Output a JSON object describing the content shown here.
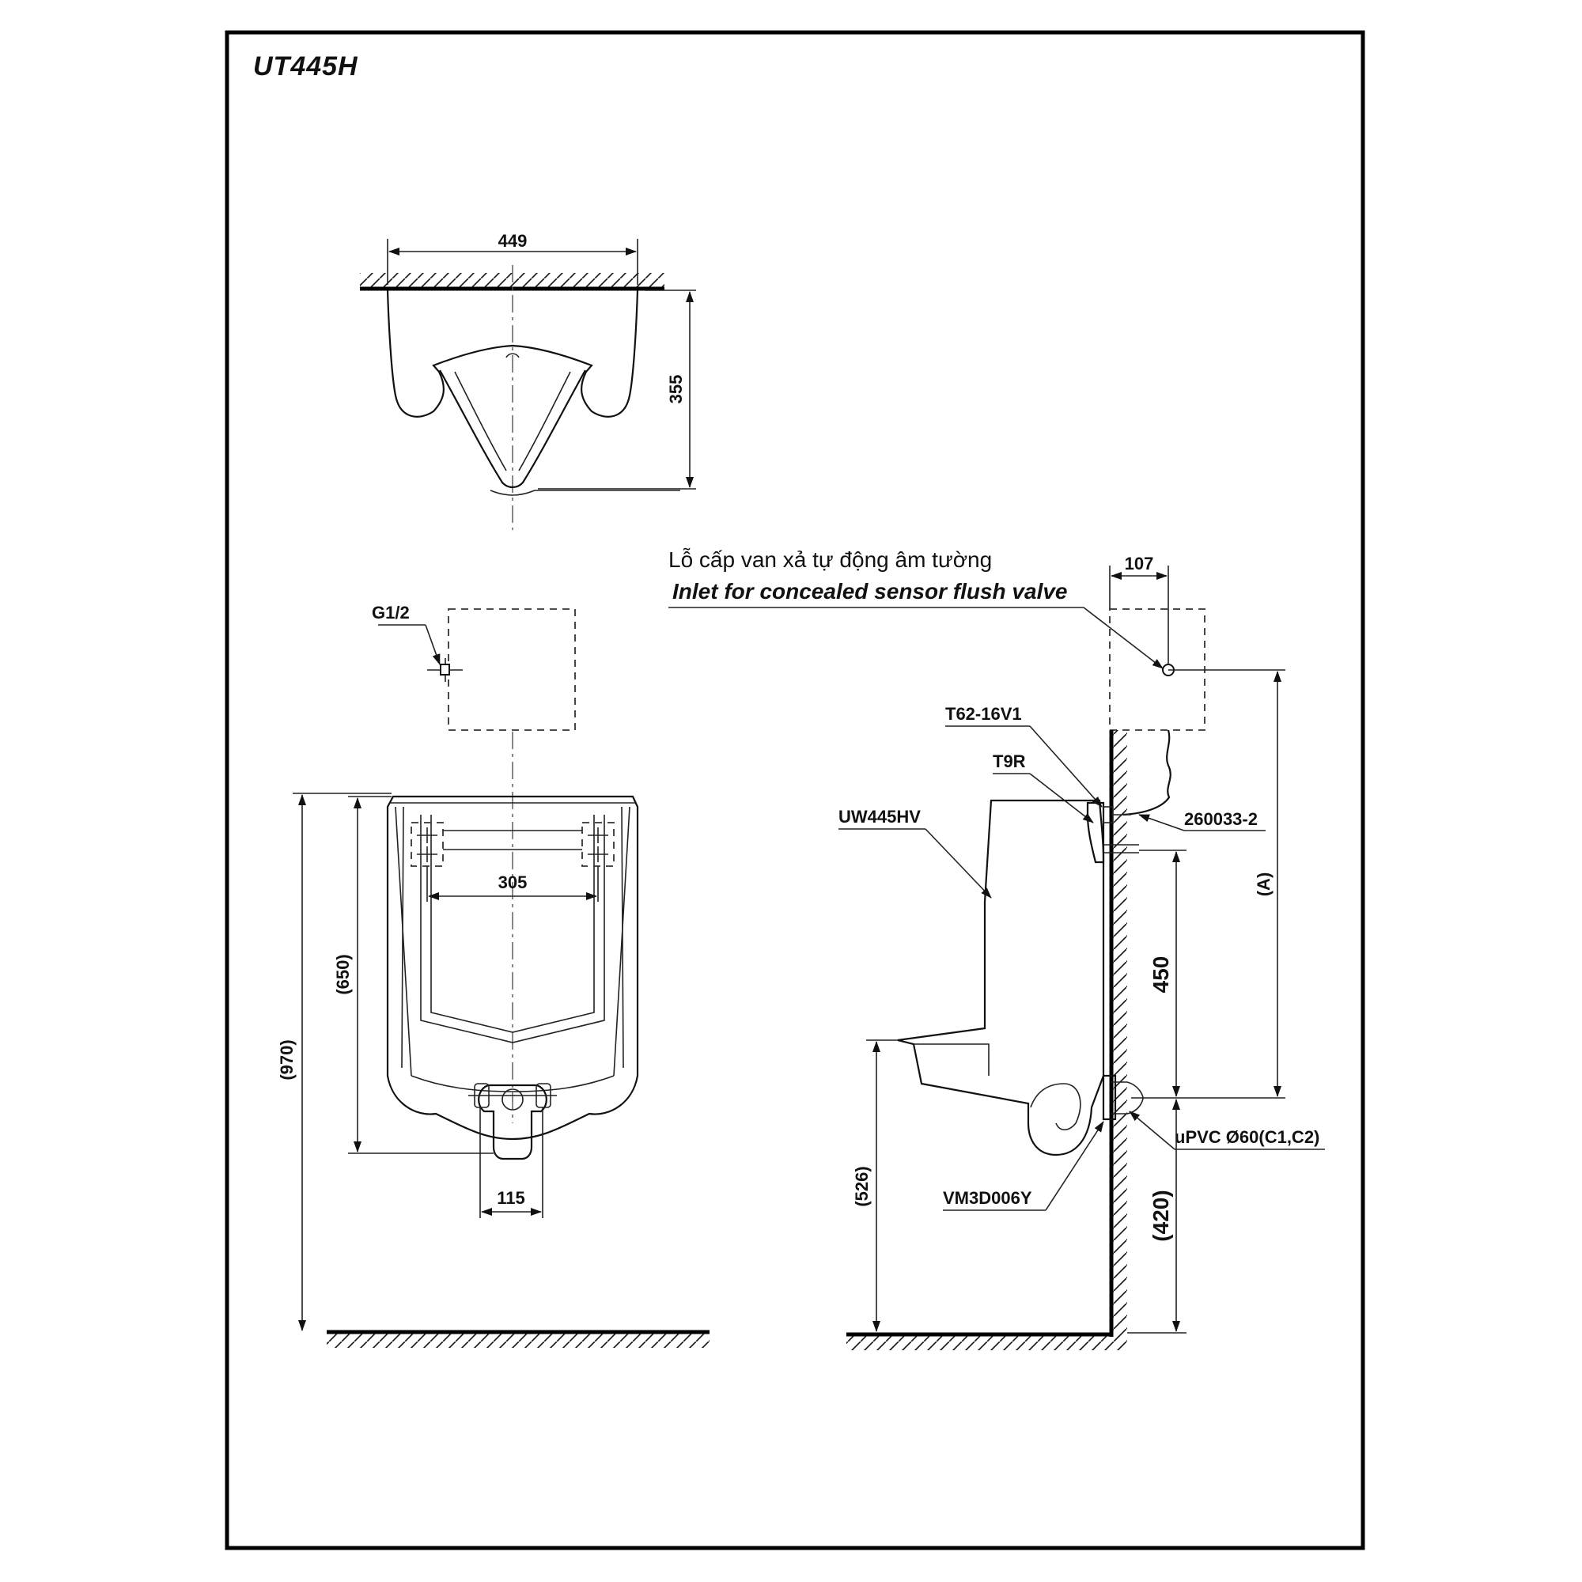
{
  "title": "UT445H",
  "top_view": {
    "width_dim": "449",
    "depth_dim": "355"
  },
  "front_view": {
    "inlet_thread": "G1/2",
    "bracket_spacing": "305",
    "outlet_spacing": "115",
    "inner_height": "(650)",
    "overall_height": "(970)"
  },
  "side_view": {
    "note_vi": "Lỗ cấp van xả tự động âm tường",
    "note_en": "Inlet for concealed sensor flush valve",
    "inlet_offset": "107",
    "inlet_height": "(A)",
    "bracket_to_outlet": "450",
    "outlet_height": "(420)",
    "rim_height": "(526)",
    "parts": {
      "bracket": "T62-16V1",
      "spud": "T9R",
      "body": "UW445HV",
      "hose": "260033-2",
      "drain_pipe": "uPVC Ø60(C1,C2)",
      "trap": "VM3D006Y"
    }
  }
}
